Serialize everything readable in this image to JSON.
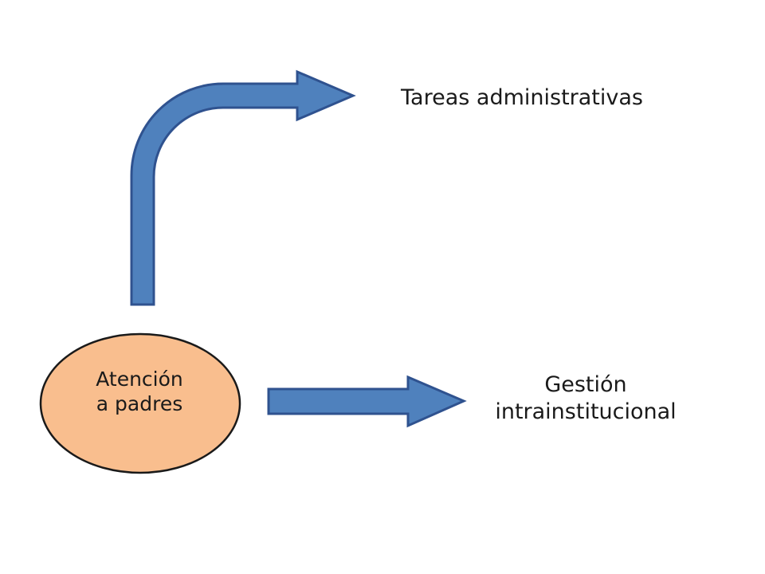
{
  "nodes": {
    "source": {
      "line1": "Atención",
      "line2": "a padres"
    },
    "target_top": {
      "text": "Tareas administrativas"
    },
    "target_right": {
      "line1": "Gestión",
      "line2": "intrainstitucional"
    }
  },
  "colors": {
    "arrow_fill": "#4f81bd",
    "arrow_stroke": "#2f528f",
    "ellipse_fill": "#f9be8e",
    "ellipse_stroke": "#1a1a1a",
    "text": "#1a1a1a",
    "background": "#ffffff"
  }
}
